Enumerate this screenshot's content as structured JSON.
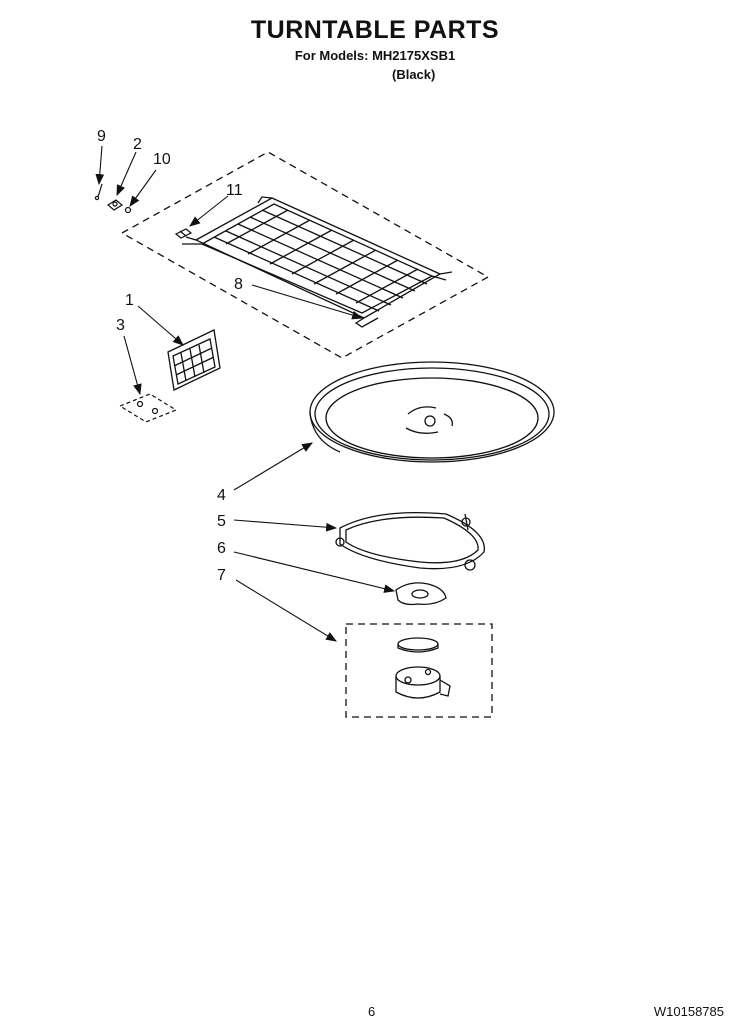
{
  "header": {
    "title": "TURNTABLE PARTS",
    "models_label": "For Models: MH2175XSB1",
    "color_variant": "(Black)"
  },
  "footer": {
    "page_number": "6",
    "document_number": "W10158785"
  },
  "callouts": [
    {
      "id": "9",
      "label": "9"
    },
    {
      "id": "2",
      "label": "2"
    },
    {
      "id": "10",
      "label": "10"
    },
    {
      "id": "11",
      "label": "11"
    },
    {
      "id": "8",
      "label": "8"
    },
    {
      "id": "1",
      "label": "1"
    },
    {
      "id": "3",
      "label": "3"
    },
    {
      "id": "4",
      "label": "4"
    },
    {
      "id": "5",
      "label": "5"
    },
    {
      "id": "6",
      "label": "6"
    },
    {
      "id": "7",
      "label": "7"
    }
  ]
}
